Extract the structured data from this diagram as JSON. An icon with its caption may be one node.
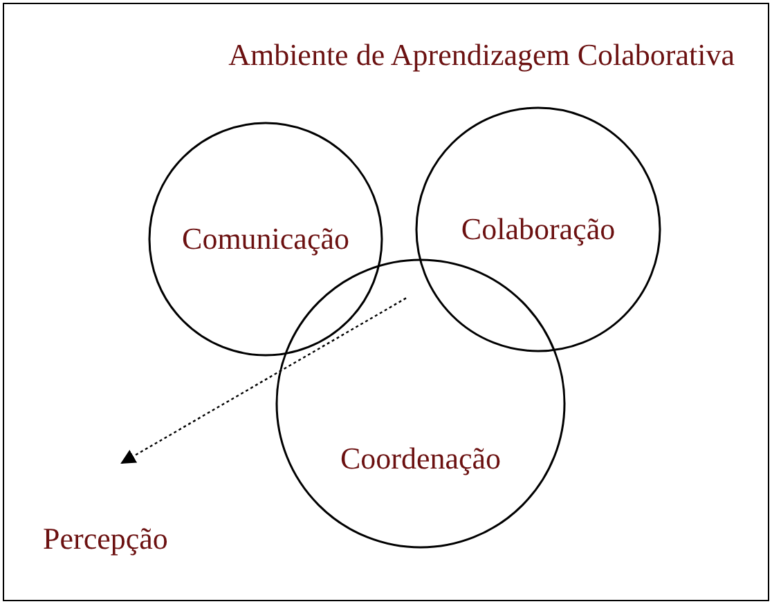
{
  "diagram": {
    "nodes": [
      {
        "text": [
          "Ambiente de Aprendizagem Colaborativa"
        ]
      },
      {
        "text": [
          "Comunicação"
        ],
        "in": 0
      },
      {
        "text": [
          "Colaboração"
        ],
        "in": 0
      },
      {
        "text": [
          "Coordenação"
        ],
        "in": 0
      },
      {
        "text": [
          "Percepção"
        ],
        "in": 0
      }
    ],
    "edges": [
      {
        "from": 3,
        "to": 4,
        "arrow": "to",
        "style": "dashed"
      }
    ]
  }
}
